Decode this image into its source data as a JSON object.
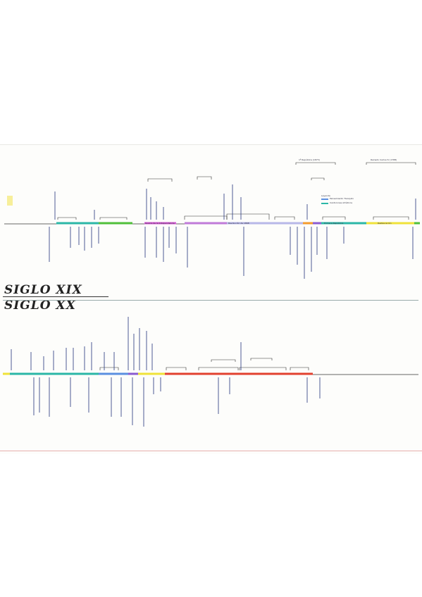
{
  "section_titles": {
    "xix": "SIGLO XIX",
    "xx": "SIGLO XX"
  },
  "top_notes": {
    "a": "1ª República (1873)",
    "b": "Reinado Carlos IV (1788)",
    "c": "Guerra de la Independencia",
    "d": "Revolución de 1868",
    "e": "Primera República",
    "f": "Restauración"
  },
  "legend": {
    "heading": "Leyenda",
    "item1": "Pensamiento Tranquilo",
    "item2": "Cantorones Artísticos"
  },
  "colors": {
    "teal": "#2bb7a7",
    "green": "#4fbf3a",
    "magenta": "#d45bd3",
    "purple": "#8a5ad0",
    "orange": "#f39a2c",
    "yellow": "#f0e23a",
    "blue": "#5b8fe0",
    "red": "#e2412f",
    "ink": "#333333"
  }
}
